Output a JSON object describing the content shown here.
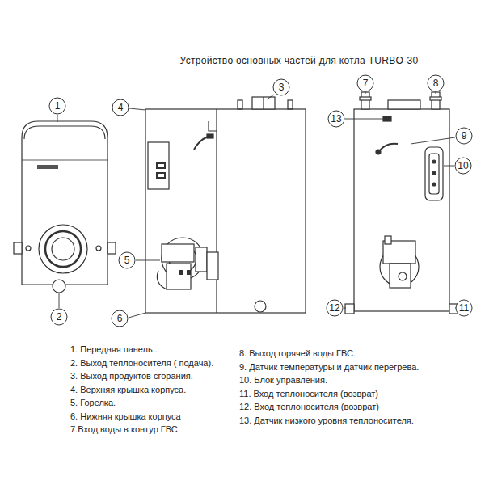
{
  "diagram": {
    "title": "Устройство основных частей для котла TURBO-30",
    "nodes": [
      {
        "text": [
          "1"
        ]
      },
      {
        "text": [
          "2"
        ]
      },
      {
        "text": [
          "3"
        ]
      },
      {
        "text": [
          "4"
        ]
      },
      {
        "text": [
          "5"
        ]
      },
      {
        "text": [
          "6"
        ]
      },
      {
        "text": [
          "7"
        ]
      },
      {
        "text": [
          "8"
        ]
      },
      {
        "text": [
          "13"
        ]
      },
      {
        "text": [
          "9"
        ]
      },
      {
        "text": [
          "10"
        ]
      },
      {
        "text": [
          "12"
        ]
      },
      {
        "text": [
          "11"
        ]
      }
    ],
    "labels": [
      "1. Передняя панель .",
      "2. Выход теплоносителя ( подача).",
      "3. Выход продуктов сгорания.",
      "4. Верхняя крышка корпуса.",
      "5. Горелка.",
      "6. Нижняя крышка корпуса",
      "7.Вход воды в контур ГВС.",
      "8. Выход горячей воды ГВС.",
      "9. Датчик температуры и датчик перегрева.",
      "10. Блок управления.",
      "11. Вход теплоносителя (возврат)",
      "12. Вход теплоносителя (возврат)",
      "13. Датчик низкого уровня теплоносителя."
    ]
  }
}
